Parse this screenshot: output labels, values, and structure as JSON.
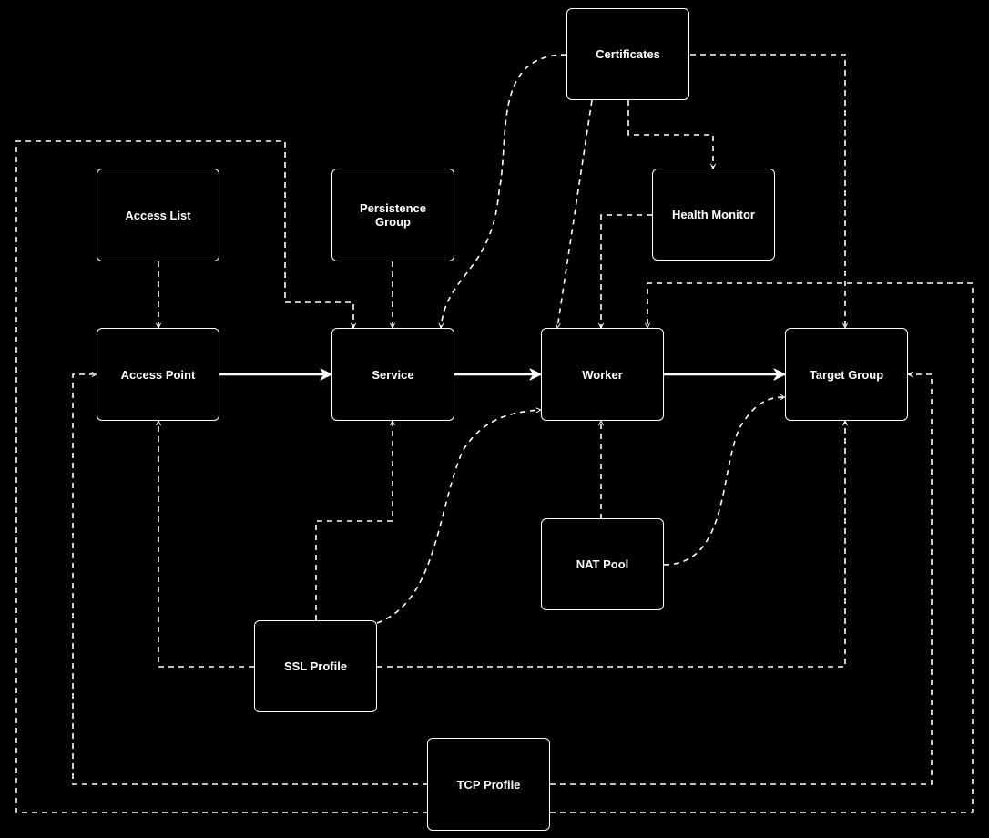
{
  "colors": {
    "background": "#000000",
    "stroke": "#ffffff",
    "text": "#ffffff"
  },
  "nodes": {
    "certificates": {
      "label": "Certificates"
    },
    "access_list": {
      "label": "Access List"
    },
    "persistence_group": {
      "label": "Persistence\nGroup"
    },
    "health_monitor": {
      "label": "Health Monitor"
    },
    "access_point": {
      "label": "Access Point"
    },
    "service": {
      "label": "Service"
    },
    "worker": {
      "label": "Worker"
    },
    "target_group": {
      "label": "Target Group"
    },
    "nat_pool": {
      "label": "NAT Pool"
    },
    "ssl_profile": {
      "label": "SSL Profile"
    },
    "tcp_profile": {
      "label": "TCP Profile"
    }
  },
  "edges": [
    {
      "from": "access_point",
      "to": "service",
      "style": "solid"
    },
    {
      "from": "service",
      "to": "worker",
      "style": "solid"
    },
    {
      "from": "worker",
      "to": "target_group",
      "style": "solid"
    },
    {
      "from": "access_list",
      "to": "access_point",
      "style": "dashed"
    },
    {
      "from": "persistence_group",
      "to": "service",
      "style": "dashed"
    },
    {
      "from": "certificates",
      "to": "service",
      "style": "dashed"
    },
    {
      "from": "certificates",
      "to": "worker",
      "style": "dashed"
    },
    {
      "from": "certificates",
      "to": "health_monitor",
      "style": "dashed"
    },
    {
      "from": "certificates",
      "to": "target_group",
      "style": "dashed"
    },
    {
      "from": "health_monitor",
      "to": "worker",
      "style": "dashed"
    },
    {
      "from": "nat_pool",
      "to": "worker",
      "style": "dashed"
    },
    {
      "from": "nat_pool",
      "to": "target_group",
      "style": "dashed"
    },
    {
      "from": "ssl_profile",
      "to": "access_point",
      "style": "dashed"
    },
    {
      "from": "ssl_profile",
      "to": "service",
      "style": "dashed"
    },
    {
      "from": "ssl_profile",
      "to": "worker",
      "style": "dashed"
    },
    {
      "from": "ssl_profile",
      "to": "target_group",
      "style": "dashed"
    },
    {
      "from": "tcp_profile",
      "to": "access_point",
      "style": "dashed"
    },
    {
      "from": "tcp_profile",
      "to": "service",
      "style": "dashed"
    },
    {
      "from": "tcp_profile",
      "to": "worker",
      "style": "dashed"
    },
    {
      "from": "tcp_profile",
      "to": "target_group",
      "style": "dashed"
    }
  ]
}
